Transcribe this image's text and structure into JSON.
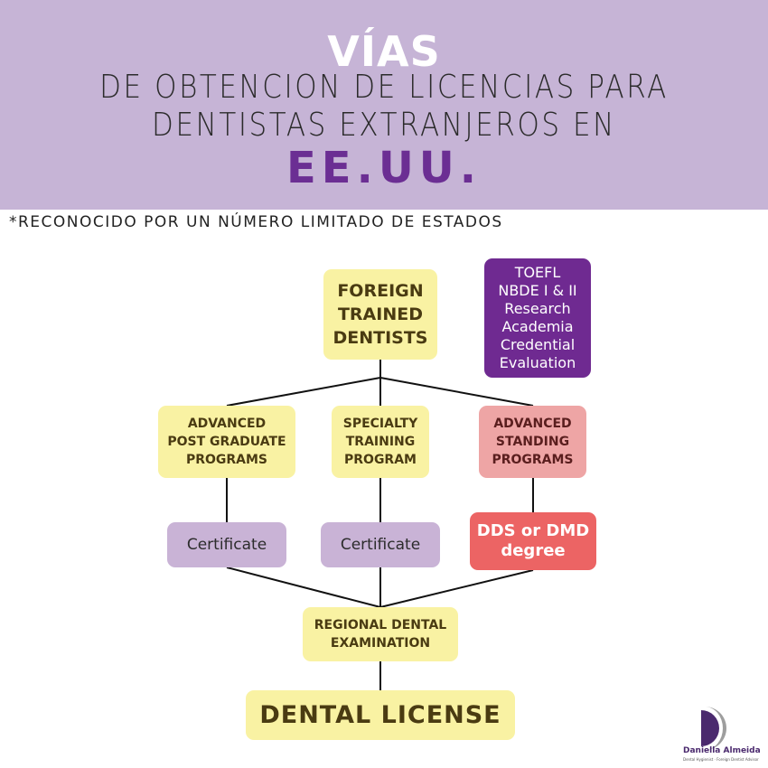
{
  "header": {
    "title": "VÍAS",
    "line1": "DE OBTENCION DE LICENCIAS PARA",
    "line2": "DENTISTAS EXTRANJEROS EN",
    "country": "EE.UU.",
    "background_color": "#c6b4d6",
    "accent_color": "#6b2e93"
  },
  "note": "*RECONOCIDO POR UN NÚMERO LIMITADO DE ESTADOS",
  "diagram": {
    "root": "FOREIGN\nTRAINED\nDENTISTS",
    "requirements": "TOEFL\nNBDE I & II\nResearch\nAcademia\nCredential\nEvaluation",
    "paths": [
      {
        "program": "ADVANCED\nPOST GRADUATE\nPROGRAMS",
        "outcome": "Certificate"
      },
      {
        "program": "SPECIALTY\nTRAINING\nPROGRAM",
        "outcome": "Certificate"
      },
      {
        "program": "ADVANCED\nSTANDING\nPROGRAMS",
        "outcome": "DDS or DMD\ndegree"
      }
    ],
    "exam": "REGIONAL DENTAL\nEXAMINATION",
    "final": "DENTAL LICENSE",
    "colors": {
      "yellow": "#f9f2a3",
      "pink": "#eea5a5",
      "dark_purple": "#6f2a91",
      "lilac": "#c9b3d6",
      "red": "#ec6464"
    }
  },
  "logo": {
    "name": "Daniella Almeida",
    "tagline": "Dental Hygienist · Foreign Dentist Advisor"
  }
}
